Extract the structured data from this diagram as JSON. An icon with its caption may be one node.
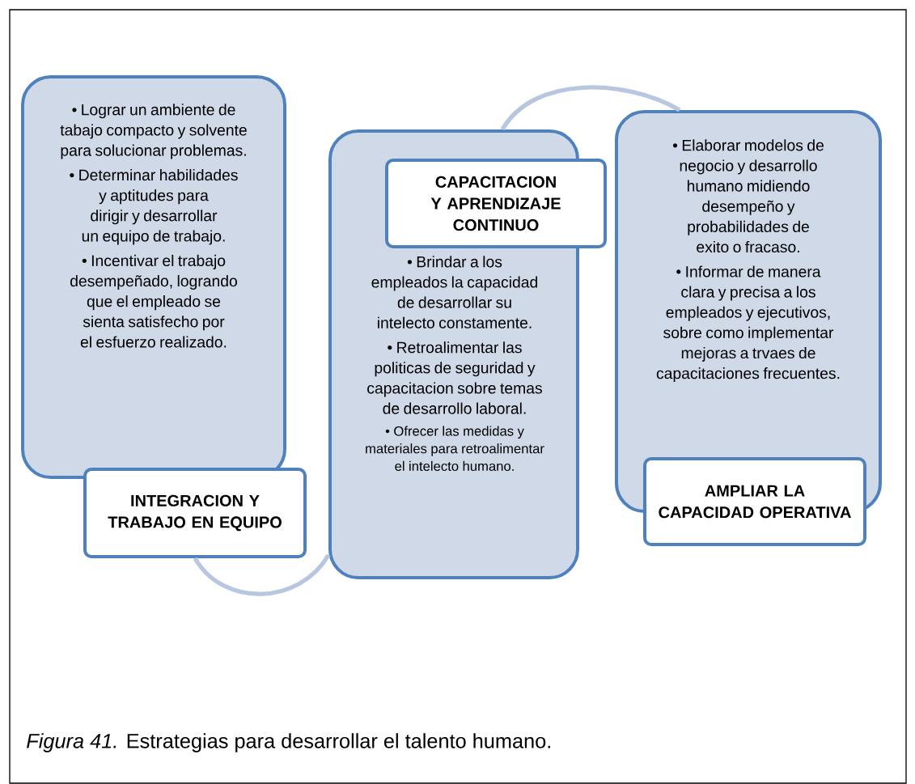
{
  "diagram": {
    "caption": "*Figura 41.* Estrategias para desarrollar el talento humano.",
    "nodes": [
      {
        "text": [
          "• Lograr un ambiente de tabajo compacto y solvente para solucionar problemas.",
          "• Determinar habilidades y aptitudes para dirigir y desarrollar un equipo de trabajo.",
          "• Incentivar el trabajo desempeñado, logrando que el empleado se sienta satisfecho  por el esfuerzo realizado."
        ]
      },
      {
        "text": [
          "INTEGRACION Y TRABAJO EN EQUIPO"
        ]
      },
      {
        "text": [
          "• Brindar a los empleados la capacidad  de desarrollar su intelecto constamente.",
          "• Retroalimentar las politicas de seguridad  y capacitacion sobre temas de desarrollo laboral.",
          "• Ofrecer las medidas y materiales para retroalimentar el intelecto  humano."
        ]
      },
      {
        "text": [
          "CAPACITACION Y APRENDIZAJE CONTINUO"
        ]
      },
      {
        "text": [
          "• Elaborar modelos de negocio y desarrollo humano midiendo desempeño  y probabilidades de exito o fracaso.",
          "• Informar de manera clara y precisa a los empleados y ejecutivos, sobre como implementar mejoras  a trvaes de capacitaciones frecuentes."
        ]
      },
      {
        "text": [
          "AMPLIAR LA CAPACIDAD OPERATIVA"
        ]
      }
    ],
    "edges": [
      {
        "from": 1,
        "to": 2,
        "arrow": "none"
      },
      {
        "from": 2,
        "to": 4,
        "arrow": "none"
      }
    ]
  }
}
